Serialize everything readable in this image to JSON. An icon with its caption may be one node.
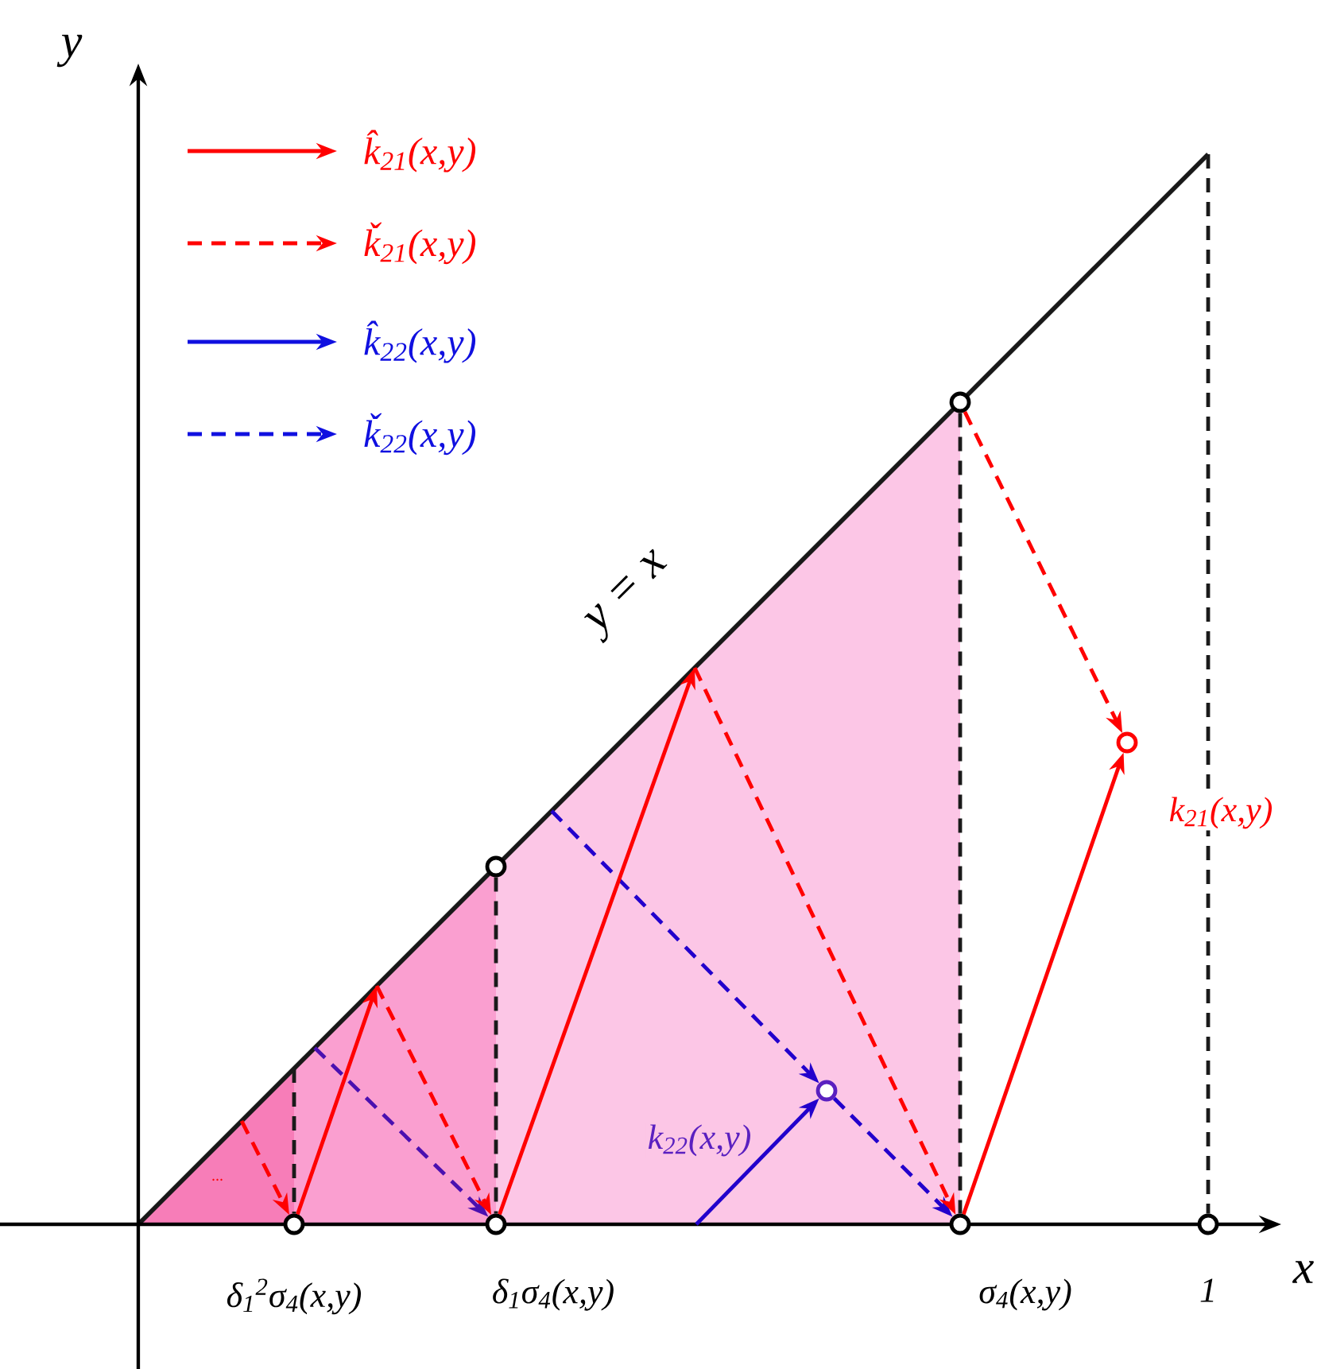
{
  "diagram": {
    "nodes": [
      {
        "text": [],
        "shape": "circle",
        "beside": [
          "δ$_{1}$$^{2}$σ$_{4}$(x,y)"
        ]
      },
      {
        "text": [],
        "shape": "circle",
        "beside": [
          "δ$_{1}$σ$_{4}$(x,y)"
        ]
      },
      {
        "text": [],
        "shape": "circle",
        "beside": [
          "σ$_{4}$(x,y)"
        ]
      },
      {
        "text": [],
        "shape": "circle",
        "beside": [
          "1"
        ]
      },
      {
        "text": [],
        "shape": "circle"
      },
      {
        "text": [],
        "shape": "circle"
      },
      {
        "text": [],
        "shape": "circle",
        "beside": [
          "k$_{21}$(x,y)"
        ]
      },
      {
        "text": [],
        "shape": "circle",
        "beside": [
          "k$_{22}$(x,y)"
        ]
      }
    ],
    "edges": [
      {
        "from": 2,
        "to": 6,
        "arrow": "to"
      },
      {
        "from": 5,
        "to": 6,
        "arrow": "to",
        "style": "dashed"
      },
      {
        "from": null,
        "to": 7,
        "arrow": "to",
        "color": "#2200cc"
      },
      {
        "from": null,
        "to": 7,
        "arrow": "to",
        "style": "dashed",
        "color": "#2200cc"
      },
      {
        "from": 7,
        "to": 2,
        "arrow": "to",
        "style": "dashed",
        "color": "#2200cc"
      },
      {
        "from": null,
        "to": 2,
        "arrow": "to",
        "style": "dashed"
      },
      {
        "from": 1,
        "to": null,
        "arrow": "to"
      },
      {
        "from": null,
        "to": 1,
        "arrow": "to",
        "style": "dashed",
        "color": "#4a10b0"
      },
      {
        "from": null,
        "to": 1,
        "arrow": "to",
        "style": "dashed"
      },
      {
        "from": 0,
        "to": null,
        "arrow": "to"
      },
      {
        "from": null,
        "to": 0,
        "arrow": "to",
        "style": "dashed"
      },
      {
        "from": 4,
        "to": 1,
        "arrow": "none",
        "style": "dashed",
        "color": "#1a1a1a"
      },
      {
        "from": 5,
        "to": 2,
        "arrow": "none",
        "style": "dashed",
        "color": "#1a1a1a"
      },
      {
        "from": null,
        "to": 3,
        "arrow": "none",
        "style": "dashed",
        "color": "#1a1a1a"
      },
      {
        "from": null,
        "to": 0,
        "arrow": "none",
        "style": "dashed",
        "color": "#1a1a1a"
      }
    ],
    "labels": [
      "y",
      "x",
      "y = x",
      "..."
    ],
    "legend": [
      {
        "text": "k̂$_{21}$(x,y)"
      },
      {
        "text": "ǩ$_{21}$(x,y)"
      },
      {
        "text": "k̂$_{22}$(x,y)"
      },
      {
        "text": "ǩ$_{22}$(x,y)"
      }
    ]
  }
}
